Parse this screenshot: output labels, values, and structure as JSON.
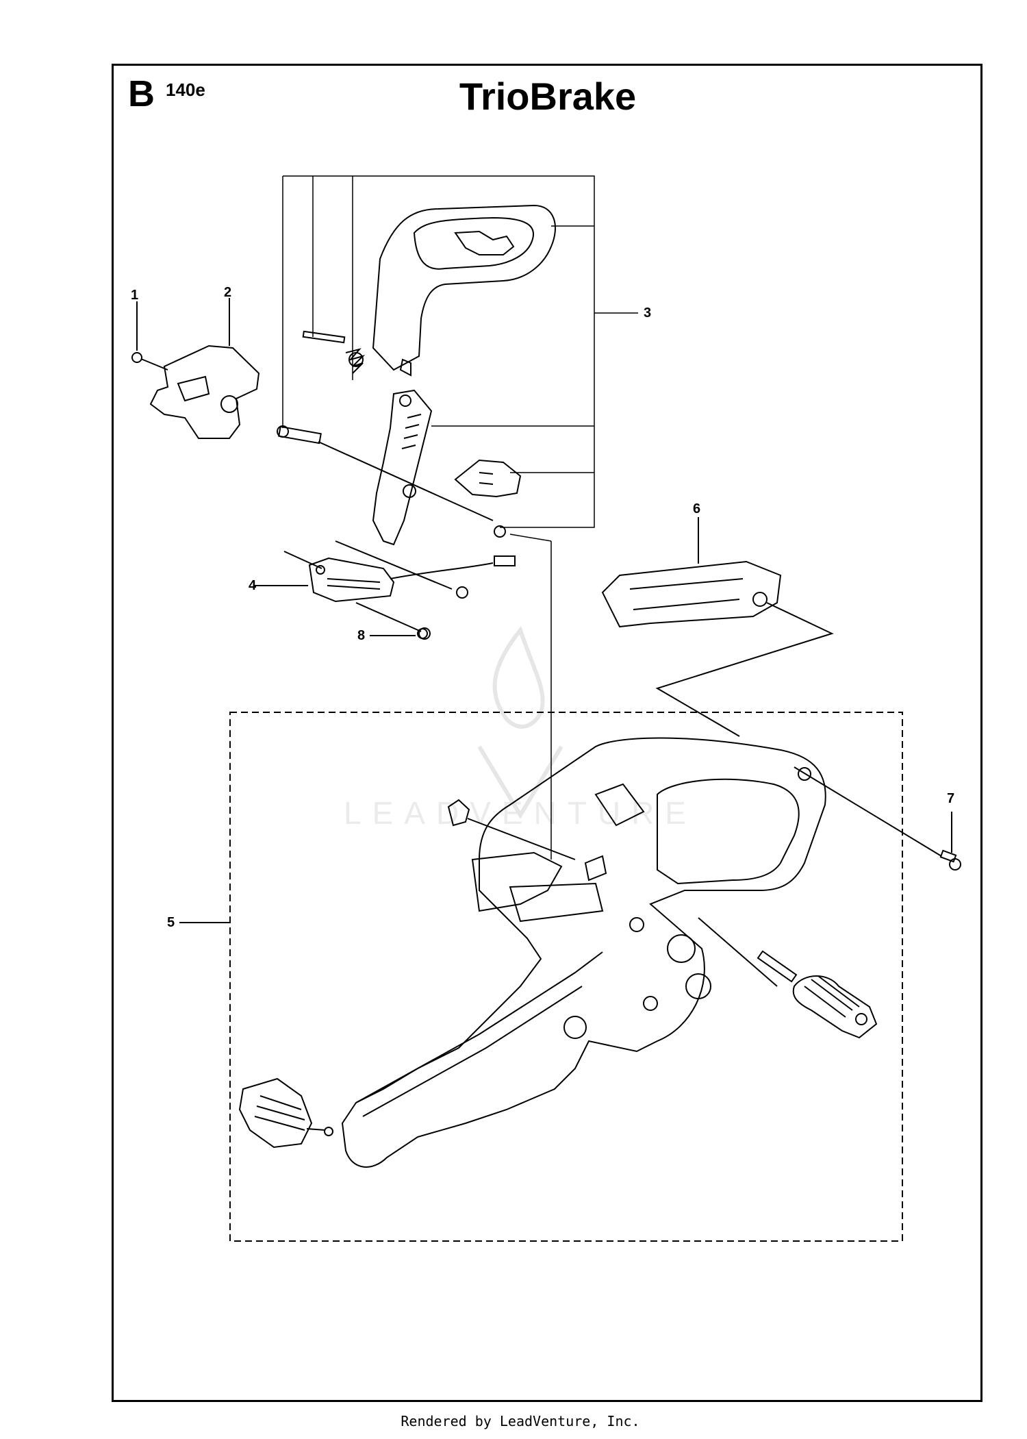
{
  "header": {
    "section_letter": "B",
    "model": "140e",
    "title": "TrioBrake"
  },
  "callouts": [
    {
      "number": "1"
    },
    {
      "number": "2"
    },
    {
      "number": "3"
    },
    {
      "number": "4"
    },
    {
      "number": "5"
    },
    {
      "number": "6"
    },
    {
      "number": "7"
    },
    {
      "number": "8"
    }
  ],
  "watermark": "LEADVENTURE",
  "footer": "Rendered by LeadVenture, Inc.",
  "colors": {
    "line": "#000000",
    "background": "#ffffff",
    "watermark": "#ebebeb"
  }
}
